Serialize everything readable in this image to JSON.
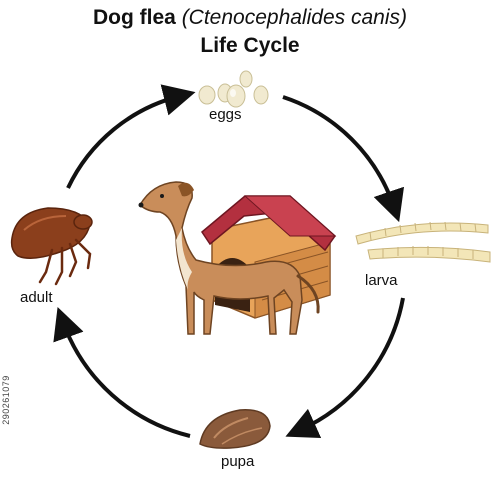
{
  "title": {
    "common_name": "Dog flea",
    "scientific_name": "(Ctenocephalides canis)",
    "subtitle": "Life Cycle"
  },
  "stages": [
    {
      "id": "eggs",
      "label": "eggs",
      "icon": "flea-eggs-icon"
    },
    {
      "id": "larva",
      "label": "larva",
      "icon": "flea-larva-icon"
    },
    {
      "id": "pupa",
      "label": "pupa",
      "icon": "flea-pupa-icon"
    },
    {
      "id": "adult",
      "label": "adult",
      "icon": "adult-flea-icon"
    }
  ],
  "center_image": {
    "icon": "dog-and-doghouse-icon"
  },
  "stock_id": "290261079",
  "colors": {
    "arrow": "#111111",
    "eggs": "#f1ead0",
    "larva": "#f3e6b8",
    "pupa": "#8a5a3b",
    "flea": "#8b3f1c",
    "dog": "#c98d5a",
    "roof": "#b3303f",
    "house_wall": "#e8a45a"
  }
}
